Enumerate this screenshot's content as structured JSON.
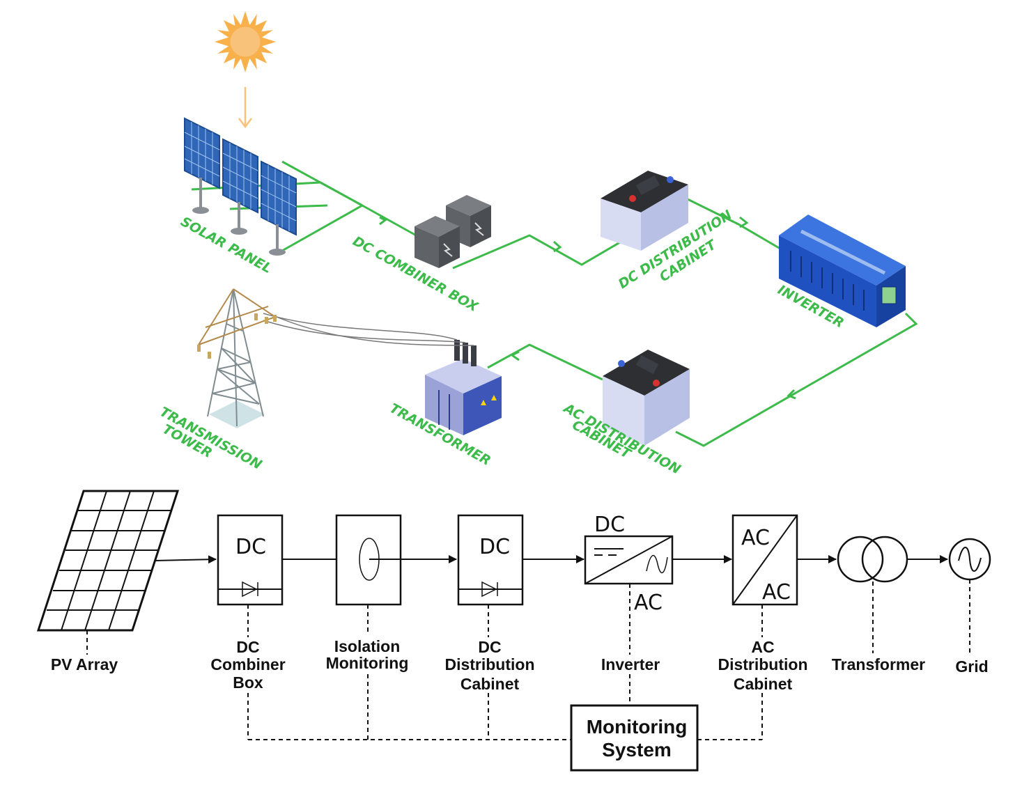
{
  "colors": {
    "wire": "#3dbb4a",
    "label": "#3dbb4a",
    "sun": "#f8b14a",
    "panel": "#2f66b8",
    "inverter": "#1f52c0",
    "line": "#111111"
  },
  "pictorial": {
    "labels": {
      "solar_panel": "SOLAR PANEL",
      "dc_combiner": "DC COMBINER BOX",
      "dc_dist_1": "DC DISTRIBUTION",
      "dc_dist_2": "CABINET",
      "inverter": "INVERTER",
      "ac_dist_1": "AC DISTRIBUTION",
      "ac_dist_2": "CABINET",
      "transformer": "TRANSFORMER",
      "tower_1": "TRANSMISSION",
      "tower_2": "TOWER"
    }
  },
  "schematic": {
    "symbols": {
      "dc": "DC",
      "ac": "AC"
    },
    "labels": {
      "pv_array": "PV Array",
      "dc_combiner_1": "DC",
      "dc_combiner_2": "Combiner",
      "dc_combiner_3": "Box",
      "isolation_1": "Isolation",
      "isolation_2": "Monitoring",
      "dc_dist_1": "DC",
      "dc_dist_2": "Distribution",
      "dc_dist_3": "Cabinet",
      "inverter": "Inverter",
      "ac_dist_1": "AC",
      "ac_dist_2": "Distribution",
      "ac_dist_3": "Cabinet",
      "transformer": "Transformer",
      "grid": "Grid",
      "monitoring_1": "Monitoring",
      "monitoring_2": "System"
    }
  }
}
